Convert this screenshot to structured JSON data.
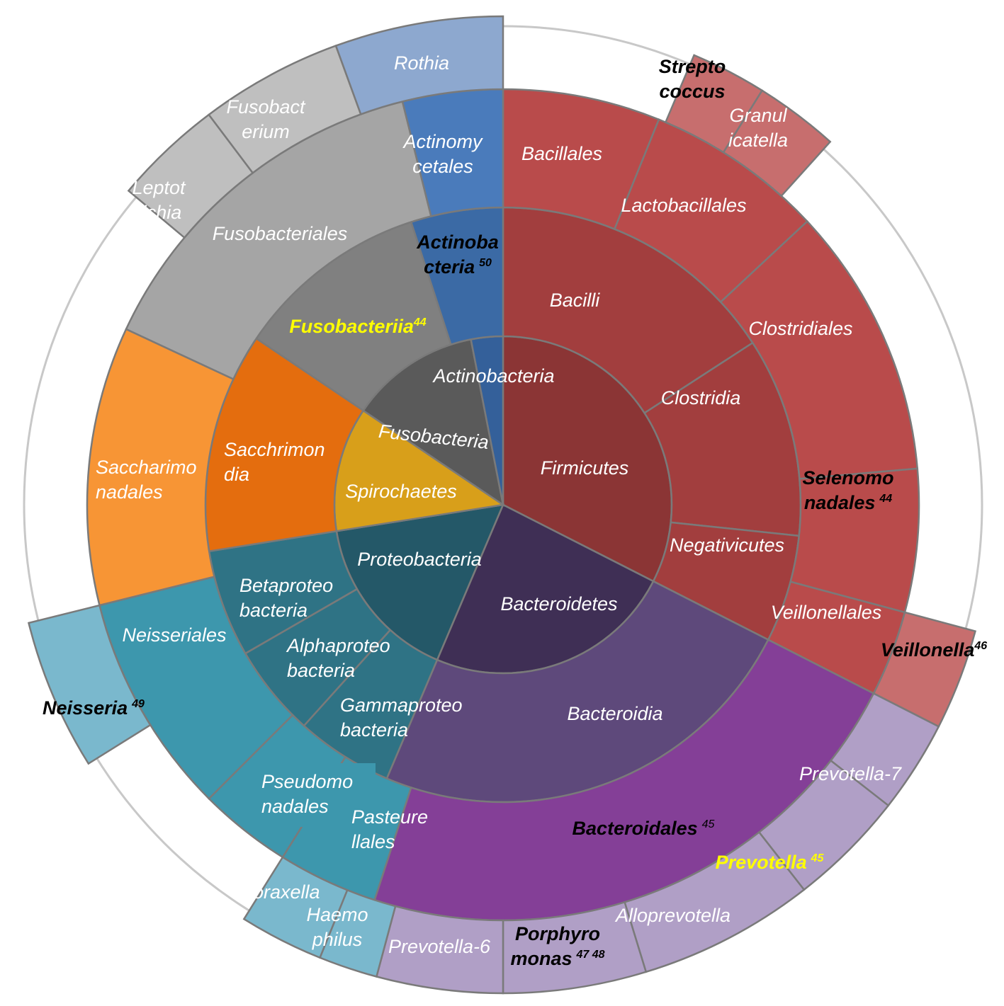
{
  "diagram": {
    "type": "sunburst",
    "rings": [
      "phylum",
      "class",
      "order",
      "genus"
    ],
    "phyla": [
      {
        "label": "Firmicutes",
        "color": "#8b3535"
      },
      {
        "label": "Bacteroidetes",
        "color": "#3f2f55"
      },
      {
        "label": "Proteobacteria",
        "color": "#245868"
      },
      {
        "label": "Spirochaetes",
        "color": "#d89f1a"
      },
      {
        "label": "Fusobacteria",
        "color": "#5a5a5a"
      },
      {
        "label": "Actinobacteria",
        "color": "#34609a"
      }
    ],
    "classes": [
      {
        "label": "Bacilli",
        "color": "#a23e3e"
      },
      {
        "label": "Clostridia",
        "color": "#a23e3e"
      },
      {
        "label": "Negativicutes",
        "color": "#a23e3e"
      },
      {
        "label": "Bacteroidia",
        "color": "#5e497b"
      },
      {
        "label": "Gammaproteo bacteria",
        "color": "#2f7385"
      },
      {
        "label": "Alphaproteo bacteria",
        "color": "#2f7385"
      },
      {
        "label": "Betaproteo bacteria",
        "color": "#2f7385"
      },
      {
        "label": "Sacchrimon dia",
        "color": "#e46d0e"
      },
      {
        "label": "Fusobacteriia",
        "sup": "44",
        "color": "#808080"
      },
      {
        "label": "Actinoba cteria",
        "sup": "50",
        "color": "#3b6aa5"
      }
    ],
    "orders": [
      {
        "label": "Bacillales",
        "color": "#b94b4b"
      },
      {
        "label": "Lactobacillales",
        "color": "#b94b4b"
      },
      {
        "label": "Clostridiales",
        "color": "#b94b4b"
      },
      {
        "label": "Selenomo nadales",
        "sup": "44",
        "color": "#b94b4b"
      },
      {
        "label": "Veillonellales",
        "color": "#b94b4b"
      },
      {
        "label": "Bacteroidales",
        "sup": "45",
        "color": "#843f97"
      },
      {
        "label": "Pasteure llales",
        "color": "#3d97ad"
      },
      {
        "label": "Pseudomo nadales",
        "color": "#3d97ad"
      },
      {
        "label": "Neisseriales",
        "color": "#3d97ad"
      },
      {
        "label": "Saccharimo nadales",
        "color": "#f79535"
      },
      {
        "label": "Fusobacteriales",
        "color": "#a5a5a5"
      },
      {
        "label": "Actinomy cetales",
        "color": "#4a7bbb"
      }
    ],
    "genera": [
      {
        "label": "Strepto coccus",
        "color": "#c76e6e"
      },
      {
        "label": "Granul icatella",
        "color": "#c76e6e"
      },
      {
        "label": "Veillonella",
        "sup": "46",
        "color": "#c76e6e"
      },
      {
        "label": "Prevotella-7",
        "color": "#b09fc6"
      },
      {
        "label": "Prevotella",
        "sup": "45",
        "color": "#b09fc6"
      },
      {
        "label": "Alloprevotella",
        "color": "#b09fc6"
      },
      {
        "label": "Porphyro monas",
        "sup": "47 48",
        "color": "#b09fc6"
      },
      {
        "label": "Prevotella-6",
        "color": "#b09fc6"
      },
      {
        "label": "Haemo philus",
        "color": "#7ab8cd"
      },
      {
        "label": "Moraxella",
        "color": "#7ab8cd"
      },
      {
        "label": "Neisseria",
        "sup": "49",
        "color": "#7ab8cd"
      },
      {
        "label": "Leptot richia",
        "color": "#bfbfbf"
      },
      {
        "label": "Fusobact erium",
        "color": "#bfbfbf"
      },
      {
        "label": "Rothia",
        "color": "#8da8cf"
      }
    ]
  }
}
